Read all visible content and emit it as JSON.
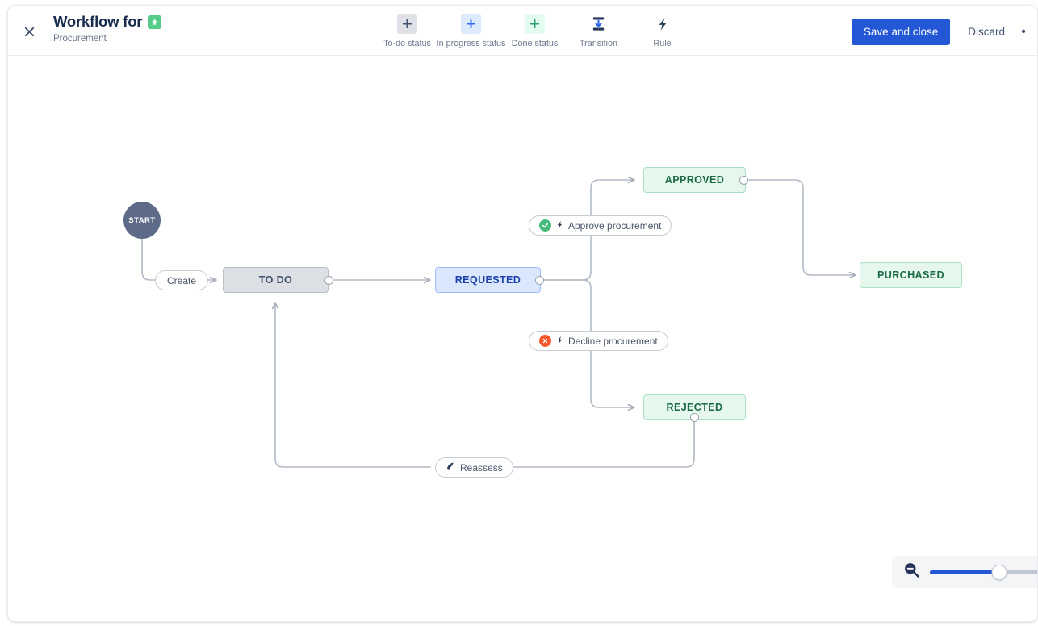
{
  "header": {
    "close_icon": "close-icon",
    "title": "Workflow for",
    "priority_icon": "arrow-up-priority-icon",
    "subtitle": "Procurement",
    "tools": [
      {
        "icon": "plus-icon",
        "label": "To-do status",
        "style": "todo"
      },
      {
        "icon": "plus-icon",
        "label": "In progress status",
        "style": "inprog"
      },
      {
        "icon": "plus-icon",
        "label": "Done status",
        "style": "done"
      },
      {
        "icon": "transition-icon",
        "label": "Transition",
        "style": "plain"
      },
      {
        "icon": "rule-lightning-icon",
        "label": "Rule",
        "style": "plain"
      }
    ],
    "save_label": "Save and close",
    "discard_label": "Discard",
    "more_label": "•"
  },
  "canvas": {
    "start_node": {
      "label": "START"
    },
    "nodes": [
      {
        "id": "todo",
        "label": "TO DO",
        "category": "todo"
      },
      {
        "id": "requested",
        "label": "REQUESTED",
        "category": "inprogress"
      },
      {
        "id": "approved",
        "label": "APPROVED",
        "category": "done"
      },
      {
        "id": "rejected",
        "label": "REJECTED",
        "category": "done"
      },
      {
        "id": "purchased",
        "label": "PURCHASED",
        "category": "done"
      }
    ],
    "transitions": [
      {
        "id": "create",
        "label": "Create",
        "from": "start",
        "to": "todo",
        "status_icon": null,
        "rule_icon": null
      },
      {
        "id": "approve",
        "label": "Approve procurement",
        "from": "requested",
        "to": "approved",
        "status_icon": "check-circle-icon",
        "rule_icon": "rule-lightning-icon"
      },
      {
        "id": "decline",
        "label": "Decline procurement",
        "from": "requested",
        "to": "rejected",
        "status_icon": "x-circle-icon",
        "rule_icon": "rule-lightning-icon"
      },
      {
        "id": "reassess",
        "label": "Reassess",
        "from": "rejected",
        "to": "todo",
        "status_icon": "transition-arrow-icon",
        "rule_icon": null
      }
    ]
  },
  "zoom": {
    "zoom_out_icon": "zoom-out-icon",
    "value": 62
  },
  "colors": {
    "accent": "#2357d6",
    "todo_bg": "#dcdfe4",
    "inprogress_bg": "#dbe7ff",
    "done_bg": "#e6f8ee",
    "start_bg": "#5d6b88",
    "edge_stroke": "#b3bac5",
    "approve_green": "#49b97d",
    "decline_red": "#f4572b"
  }
}
